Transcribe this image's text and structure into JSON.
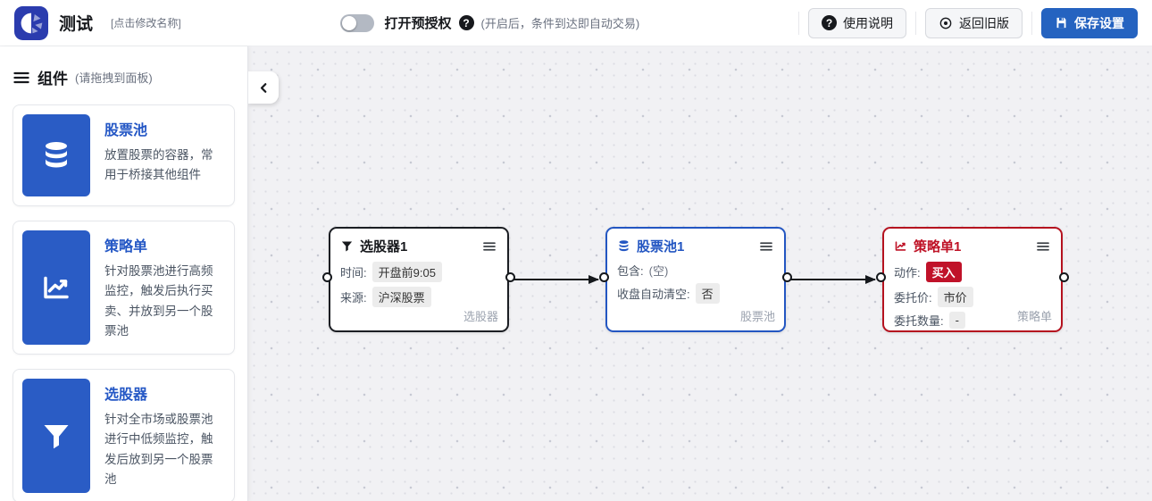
{
  "colors": {
    "primary_blue": "#2563c0",
    "card_blue": "#2a5cc5",
    "logo_blue": "#2b3cae",
    "node_selector_accent": "#1b1e23",
    "node_pool_accent": "#2356c2",
    "node_strategy_accent": "#b5121f",
    "buy_badge_bg": "#c01229",
    "canvas_bg": "#f1f1f4",
    "pill_bg": "#ececec"
  },
  "icons": {
    "question": "?"
  },
  "header": {
    "title": "测试",
    "subtitle": "[点击修改名称]",
    "pre_auth_label": "打开预授权",
    "pre_auth_hint": "(开启后，条件到达即自动交易)",
    "pre_auth_toggle_state": "off",
    "buttons": {
      "help": "使用说明",
      "legacy": "返回旧版",
      "save": "保存设置"
    }
  },
  "sidebar": {
    "title": "组件",
    "subtitle": "(请拖拽到面板)",
    "cards": [
      {
        "icon": "database-icon",
        "title": "股票池",
        "desc": "放置股票的容器，常用于桥接其他组件"
      },
      {
        "icon": "chart-line-icon",
        "title": "策略单",
        "desc": "针对股票池进行高频监控，触发后执行买卖、并放到另一个股票池"
      },
      {
        "icon": "filter-icon",
        "title": "选股器",
        "desc": "针对全市场或股票池进行中低频监控，触发后放到另一个股票池"
      }
    ]
  },
  "canvas": {
    "nodes": [
      {
        "icon": "filter-icon",
        "title": "选股器1",
        "type_label": "选股器",
        "rows": [
          {
            "label": "时间:",
            "value": "开盘前9:05"
          },
          {
            "label": "来源:",
            "value": "沪深股票"
          }
        ]
      },
      {
        "icon": "database-icon",
        "title": "股票池1",
        "type_label": "股票池",
        "rows": [
          {
            "label": "包含:",
            "value": "(空)"
          },
          {
            "label": "收盘自动清空:",
            "value": "否"
          }
        ]
      },
      {
        "icon": "chart-line-icon",
        "title": "策略单1",
        "type_label": "策略单",
        "rows": [
          {
            "label": "动作:",
            "value": "买入"
          },
          {
            "label": "委托价:",
            "value": "市价"
          },
          {
            "label": "委托数量:",
            "value": "-"
          }
        ]
      }
    ],
    "edges": [
      {
        "from": "选股器1",
        "to": "股票池1"
      },
      {
        "from": "股票池1",
        "to": "策略单1"
      }
    ]
  }
}
